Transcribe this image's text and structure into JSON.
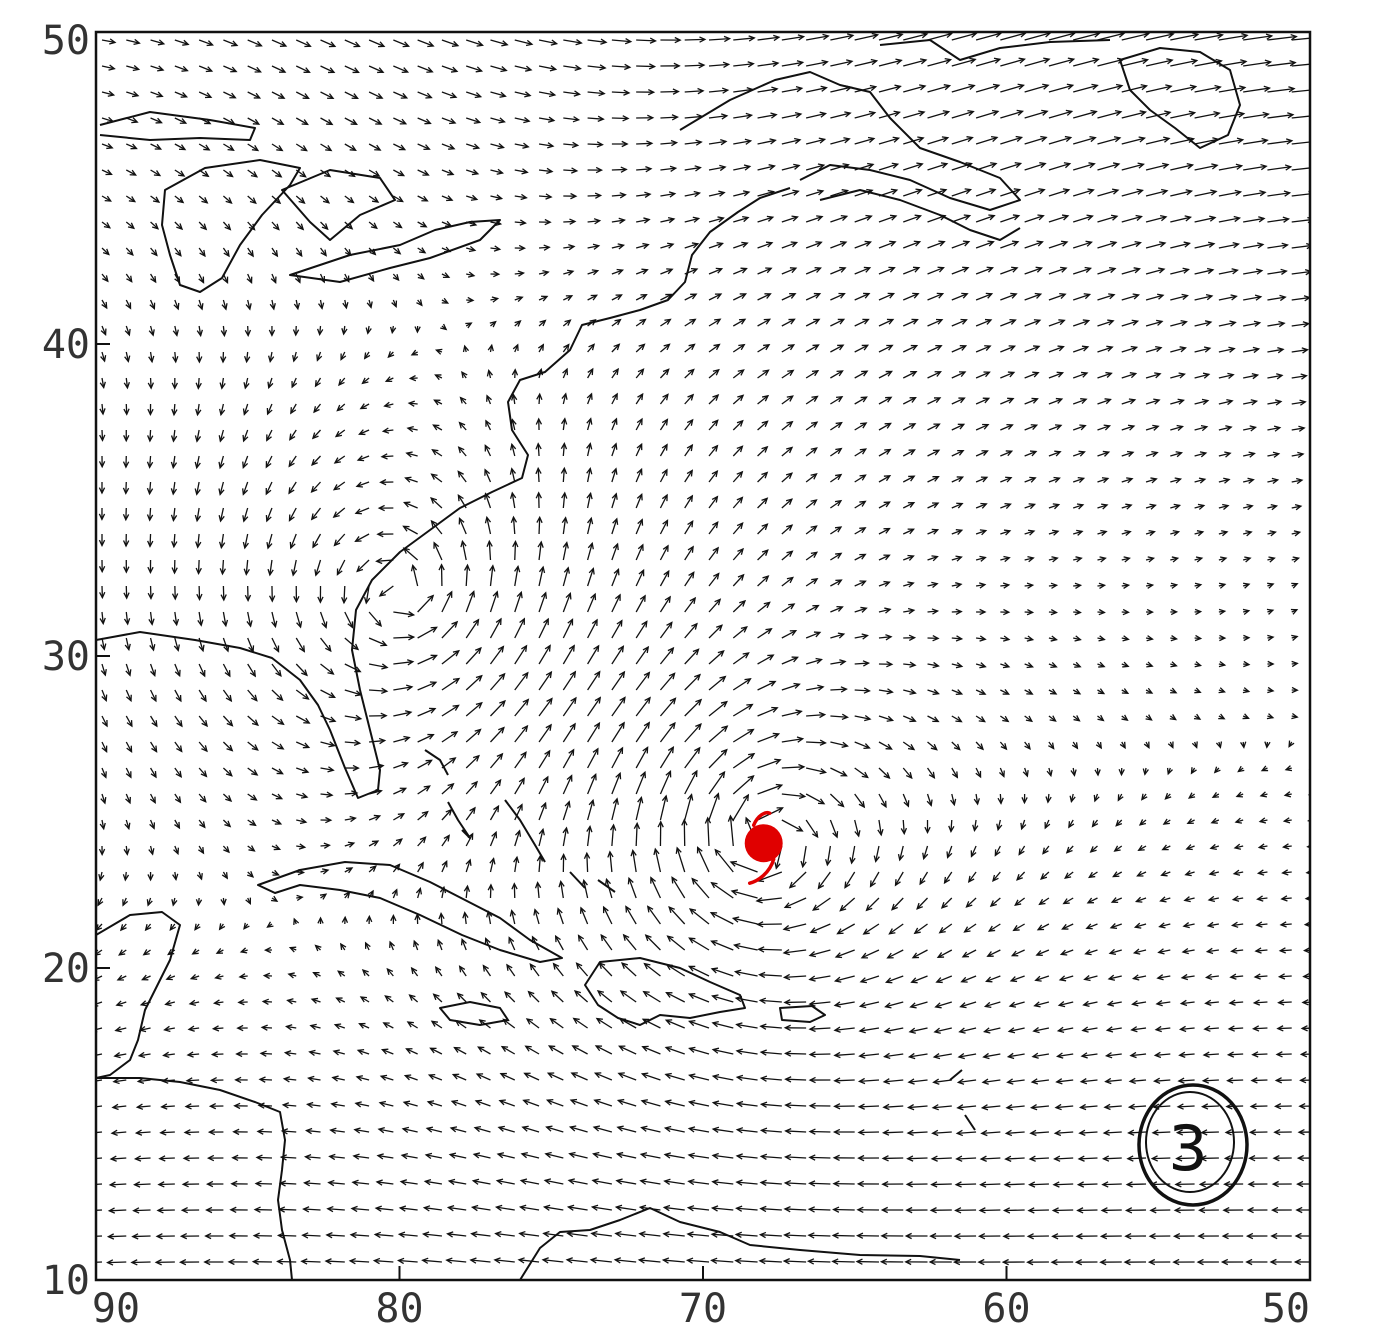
{
  "map": {
    "lon_axis": {
      "ticks": [
        90,
        80,
        70,
        60,
        50
      ],
      "tick_labels": [
        "90",
        "80",
        "70",
        "60",
        "50"
      ]
    },
    "lat_axis": {
      "ticks": [
        50,
        40,
        30,
        20,
        10
      ],
      "tick_labels": [
        "50",
        "40",
        "30",
        "20",
        "10"
      ]
    },
    "extent": {
      "lon_west": 90,
      "lon_east": 50,
      "lat_south": 10,
      "lat_north": 50
    },
    "panel_label": "3",
    "storm": {
      "lon": 68,
      "lat": 24,
      "symbol": "hurricane-icon",
      "color": "#e00000"
    },
    "line_color": "#111111"
  }
}
